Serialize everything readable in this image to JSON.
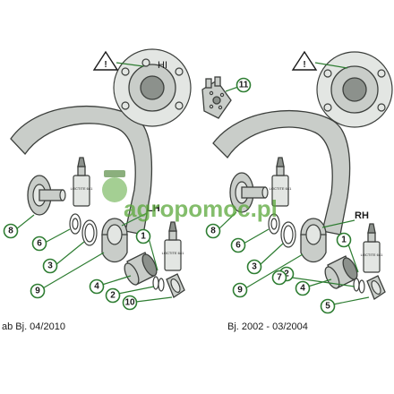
{
  "left_diagram": {
    "side_label": "LH",
    "caption": "ab Bj. 04/2010",
    "hi_label": "HI",
    "callouts": [
      "11",
      "8",
      "6",
      "3",
      "9",
      "4",
      "2",
      "10",
      "1"
    ]
  },
  "right_diagram": {
    "side_label": "RH",
    "caption": "Bj. 2002 - 03/2004",
    "callouts": [
      "8",
      "6",
      "2",
      "3",
      "9",
      "7",
      "4",
      "5",
      "1"
    ]
  },
  "watermark": {
    "text": "agropomoc.pl"
  },
  "icons": {
    "warning": "warning-triangle-icon",
    "loctite": "threadlocker-bottle-icon"
  },
  "bottle_label": "LOCTITE 641",
  "colors": {
    "callout_ring": "#2e7d32",
    "part_fill": "#c9cdc9",
    "watermark": "#5aa83a"
  }
}
